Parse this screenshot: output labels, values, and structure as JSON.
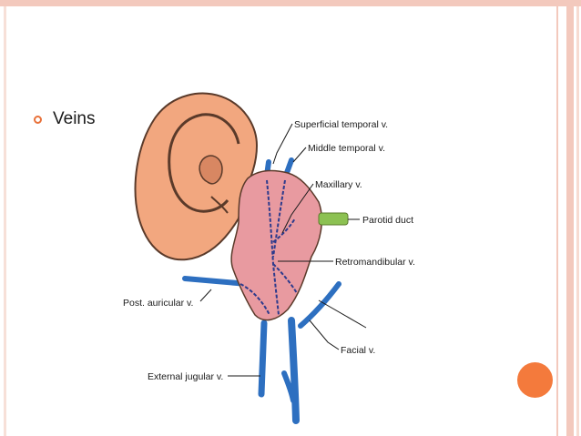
{
  "slide": {
    "bullet": "Veins"
  },
  "diagram": {
    "labels": {
      "superficial_temporal": "Superficial temporal v.",
      "middle_temporal": "Middle temporal v.",
      "maxillary": "Maxillary v.",
      "parotid_duct": "Parotid duct",
      "retromandibular": "Retromandibular v.",
      "post_auricular": "Post. auricular v.",
      "facial": "Facial v.",
      "external_jugular": "External jugular v."
    }
  },
  "colors": {
    "accent": "#f47a3c",
    "border": "#f3c9bd",
    "ear": "#f2a77f",
    "ear_outline": "#5a3a2a",
    "parotid": "#e89aa0",
    "vein": "#2d6fc0",
    "duct": "#8cc152"
  }
}
